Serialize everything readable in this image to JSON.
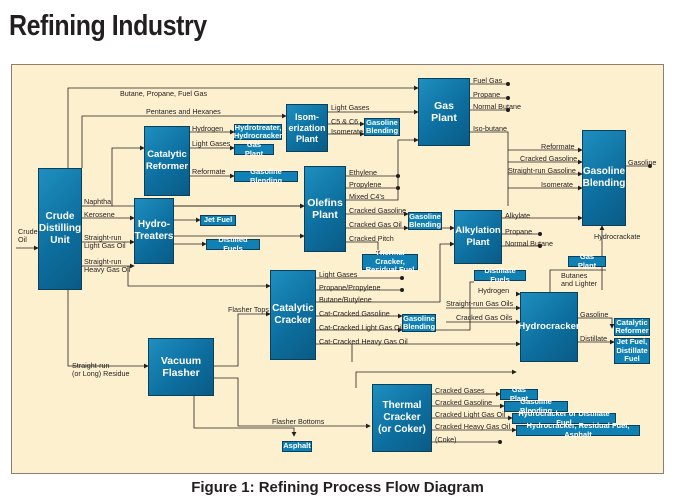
{
  "title": "Refining Industry",
  "caption": "Figure 1: Refining Process Flow Diagram",
  "colors": {
    "unit_fill": "#0d6f9f",
    "panel": "#fdf0cf",
    "line": "#231f20"
  },
  "units": {
    "crude": "Crude\nDistilling\nUnit",
    "hydrotreaters": "Hydro-\nTreaters",
    "catalytic_reformer": "Catalytic\nReformer",
    "isomerization": "Isom-\nerization\nPlant",
    "gas_plant": "Gas\nPlant",
    "olefins": "Olefins\nPlant",
    "alkylation": "Alkylation\nPlant",
    "gasoline_blending": "Gasoline\nBlending",
    "catalytic_cracker": "Catalytic\nCracker",
    "hydrocracker": "Hydrocracker",
    "vacuum_flasher": "Vacuum\nFlasher",
    "thermal_cracker": "Thermal\nCracker\n(or Coker)"
  },
  "products": {
    "hydrotreater_hydrocracker": "Hydrotreater,\nHydrocracker",
    "gas_plant_iso": "Gasoline\nBlending",
    "gas_plant_ref": "Gas Plant",
    "gasoline_blending_ref": "Gasoline Blending",
    "jet_fuel": "Jet Fuel",
    "distilled_fuels": "Distilled Fuels",
    "olefins_blending": "Gasoline\nBlending",
    "thermal_residual": "Thermal Cracker,\nResidual Fuel",
    "distillate_fuels": "Distillate Fuels",
    "gas_plant_hc": "Gas Plant",
    "cat_blending": "Gasoline\nBlending",
    "catalytic_reformer": "Catalytic\nReformer",
    "jet_distillate": "Jet Fuel,\nDistillate\nFuel",
    "tc_gas_plant": "Gas Plant",
    "tc_gasoline_blending": "Gasoline Blending",
    "tc_hydrocracker_distillate": "Hydrocracker or Distillate Fuel",
    "tc_hydrocracker_residual": "Hydrocracker, Residual Fuel, Asphalt",
    "asphalt": "Asphalt"
  },
  "labels": {
    "crude_oil": "Crude\nOil",
    "butane_propane": "Butane, Propane, Fuel Gas",
    "pentanes": "Pentanes and Hexanes",
    "hydrogen": "Hydrogen",
    "light_gases_ref": "Light Gases",
    "reformate": "Reformate",
    "light_gases_iso": "Light Gases",
    "c5c6": "C5 & C6",
    "isomerate_iso": "Isomerate",
    "fuel_gas": "Fuel Gas",
    "propane_gp": "Propane",
    "normal_butane_gp": "Normal Butane",
    "iso_butane": "Iso-butane",
    "naphtha": "Naphtha",
    "kerosene": "Kerosene",
    "sr_light": "Straight-run\nLight Gas Oil",
    "sr_heavy": "Straight-run\nHeavy Gas Oil",
    "ethylene": "Ethylene",
    "propylene": "Propylene",
    "mixed_c4": "Mixed C4’s",
    "cracked_gasoline_ol": "Cracked Gasoline",
    "cracked_gas_oil_ol": "Cracked Gas Oil",
    "cracked_pitch": "Cracked Pitch",
    "alkylate": "Alkylate",
    "propane_alk": "Propane",
    "normal_butane_alk": "Normal Butane",
    "reformate_gb": "Reformate",
    "cracked_gasoline_gb": "Cracked Gasoline",
    "sr_gasoline": "Straight-run Gasoline",
    "isomerate_gb": "Isomerate",
    "gasoline_out": "Gasoline",
    "hydrocrackate": "Hydrocrackate",
    "butanes_lighter": "Butanes\nand Lighter",
    "hydrogen_hc": "Hydrogen",
    "sr_gas_oils": "Straight-run Gas Oils",
    "cracked_gas_oils": "Cracked Gas Oils",
    "gasoline_hc": "Gasoline",
    "distillate_hc": "Distillate",
    "light_gases_cc": "Light Gases",
    "propane_propylene": "Propane/Propylene",
    "butane_butylene": "Butane/Butylene",
    "cat_gasoline": "Cat-Cracked Gasoline",
    "cat_light_gas_oil": "Cat-Cracked Light Gas Oil",
    "cat_heavy_gas_oil": "Cat-Cracked Heavy Gas Oil",
    "flasher_tops": "Flasher Tops",
    "sr_residue": "Straight-run\n(or Long) Residue",
    "flasher_bottoms": "Flasher Bottoms",
    "tc_cracked_gases": "Cracked Gases",
    "tc_cracked_gasoline": "Cracked Gasoline",
    "tc_cracked_light": "Cracked Light Gas Oil",
    "tc_cracked_heavy": "Cracked Heavy Gas Oil",
    "coke": "(Coke)"
  }
}
